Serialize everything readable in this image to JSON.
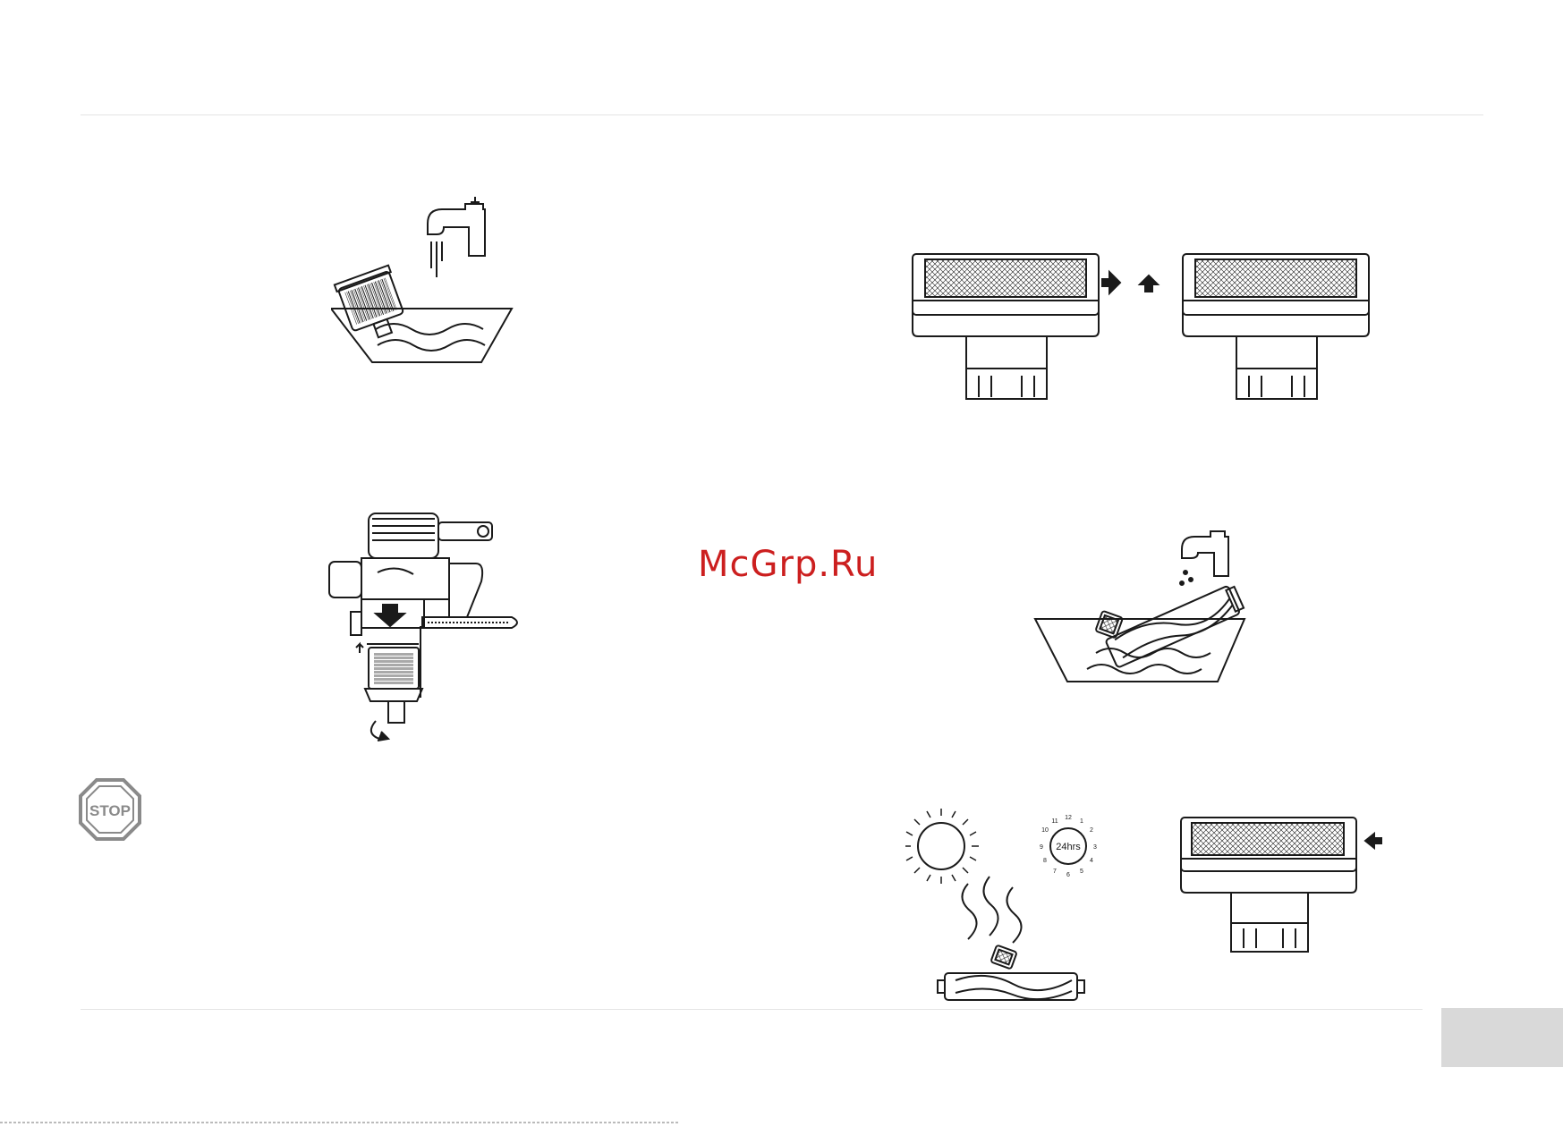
{
  "watermark": {
    "text": "McGrp.Ru"
  },
  "stop_sign": {
    "text": "STOP"
  },
  "clock": {
    "center_label": "24hrs",
    "hours": [
      "12",
      "1",
      "2",
      "3",
      "4",
      "5",
      "6",
      "7",
      "8",
      "9",
      "10",
      "11"
    ]
  },
  "colors": {
    "ink": "#1a1a1a",
    "watermark": "#cc1f1f",
    "tab": "#d9d9d9",
    "stop_gray": "#8a8a8a"
  }
}
